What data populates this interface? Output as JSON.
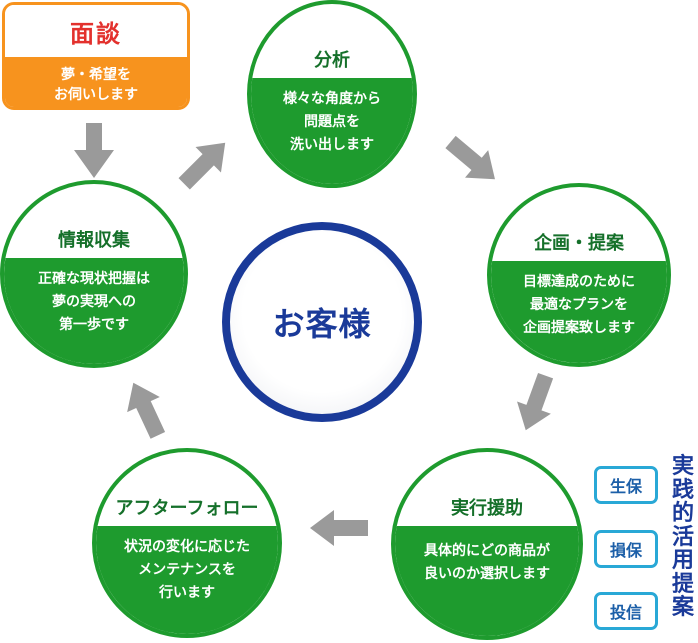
{
  "interview": {
    "title": "面談",
    "desc_line1": "夢・希望を",
    "desc_line2": "お伺いします"
  },
  "steps": [
    {
      "title": "分析",
      "desc": "様々な角度から\n問題点を\n洗い出します"
    },
    {
      "title": "企画・提案",
      "desc": "目標達成のために\n最適なプランを\n企画提案致します"
    },
    {
      "title": "実行援助",
      "desc": "具体的にどの商品が\n良いのか選択します"
    },
    {
      "title": "アフターフォロー",
      "desc": "状況の変化に応じた\nメンテナンスを\n行います"
    },
    {
      "title": "情報収集",
      "desc": "正確な現状把握は\n夢の実現への\n第一歩です"
    }
  ],
  "center": {
    "label": "お客様"
  },
  "side_boxes": [
    "生保",
    "損保",
    "投信"
  ],
  "side_title": "実践的活用提案",
  "colors": {
    "green": "#1e9b2e",
    "orange": "#f7931e",
    "navy": "#1a3a99",
    "gray_arrow": "#9a9a9a",
    "sky": "#29a8d6"
  }
}
